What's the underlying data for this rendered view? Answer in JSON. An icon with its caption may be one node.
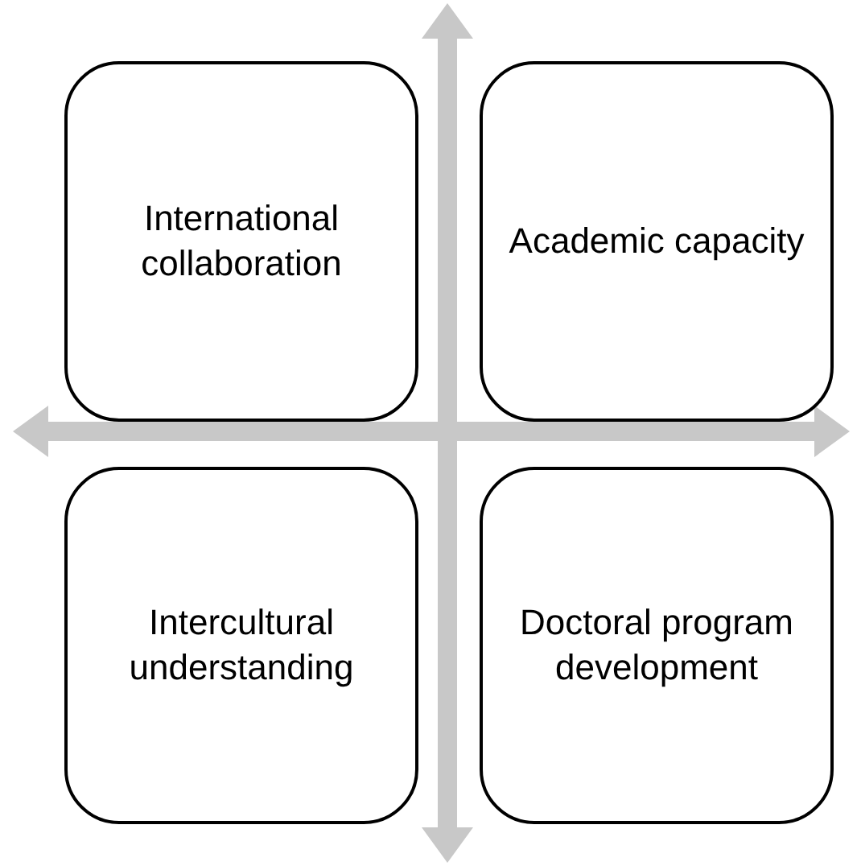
{
  "diagram": {
    "nodes": [
      {
        "text": [
          "International collaboration"
        ]
      },
      {
        "text": [
          "Academic capacity"
        ]
      },
      {
        "text": [
          "Intercultural understanding"
        ]
      },
      {
        "text": [
          "Doctoral program development"
        ]
      }
    ]
  }
}
